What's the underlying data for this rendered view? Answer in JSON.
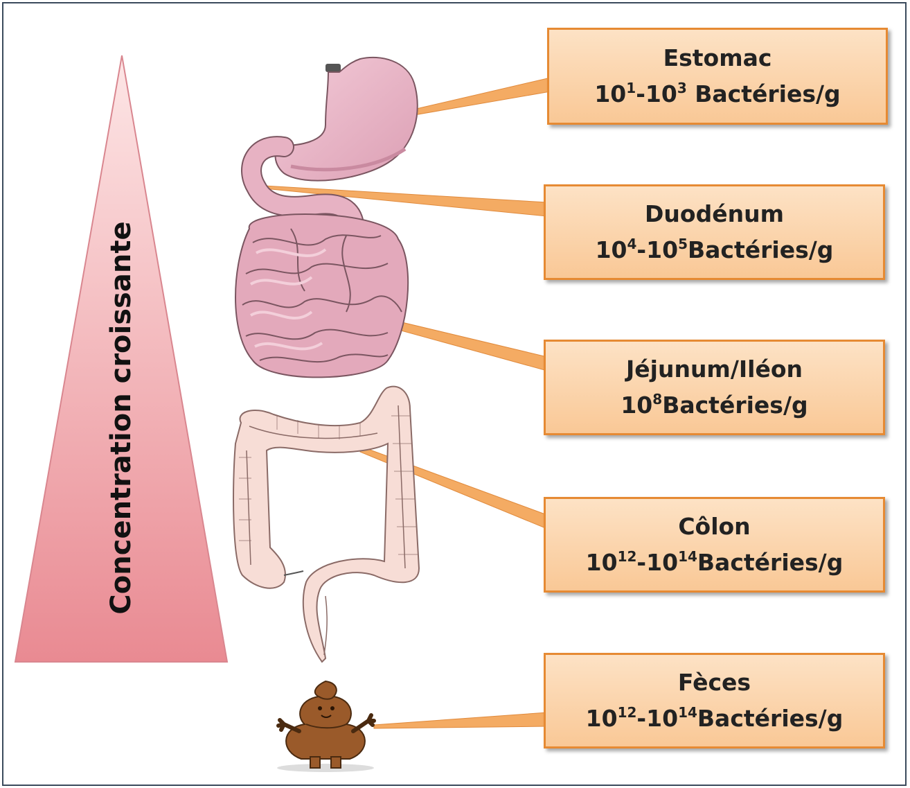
{
  "triangle": {
    "label": "Concentration croissante"
  },
  "regions": [
    {
      "name": "Estomac",
      "low_mantissa": "10",
      "low_exp": "1",
      "separator": "-",
      "high_mantissa": "10",
      "high_exp": "3",
      "unit": " Bactéries/g"
    },
    {
      "name": "Duodénum",
      "low_mantissa": "10",
      "low_exp": "4",
      "separator": "-",
      "high_mantissa": "10",
      "high_exp": "5",
      "unit": "Bactéries/g"
    },
    {
      "name": "Jéjunum/Iléon",
      "low_mantissa": "10",
      "low_exp": "8",
      "separator": "",
      "high_mantissa": "",
      "high_exp": "",
      "unit": "Bactéries/g"
    },
    {
      "name": "Côlon",
      "low_mantissa": "10",
      "low_exp": "12",
      "separator": "-",
      "high_mantissa": "10",
      "high_exp": "14",
      "unit": "Bactéries/g"
    },
    {
      "name": "Fèces",
      "low_mantissa": "10",
      "low_exp": "12",
      "separator": "-",
      "high_mantissa": "10",
      "high_exp": "14",
      "unit": "Bactéries/g"
    }
  ],
  "colors": {
    "box_fill": "#f9c896",
    "box_border": "#e68a33",
    "leader_line": "#f0a35a",
    "triangle_top": "#fbdcdc",
    "triangle_bottom": "#e9848d",
    "organ": "#e9b4c4",
    "colon": "#f6dcd6",
    "feces": "#9a5a2a"
  }
}
